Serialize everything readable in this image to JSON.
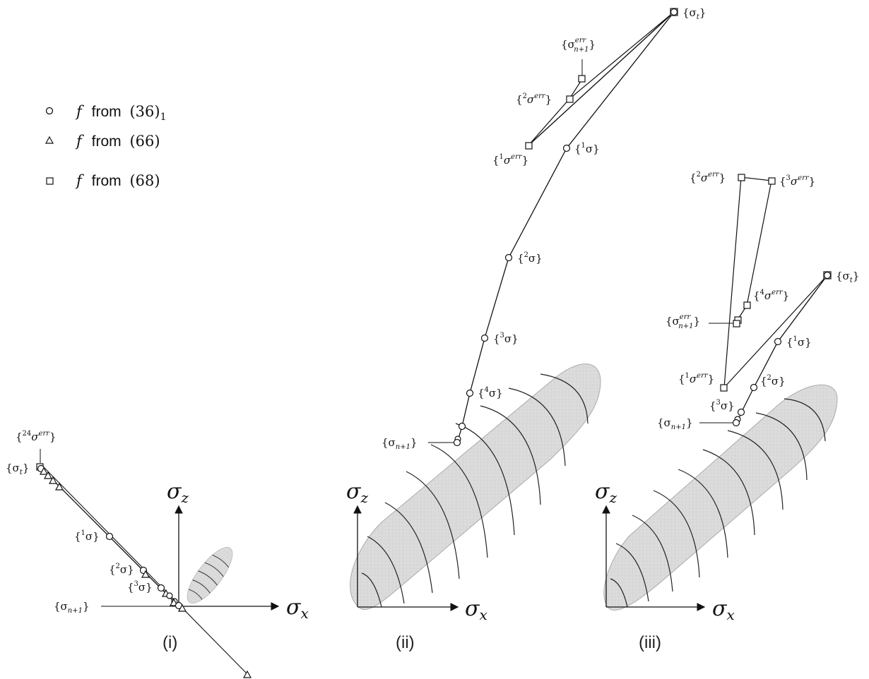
{
  "legend": [
    {
      "marker": "circle",
      "f": "f",
      "from": "from",
      "ref": "(36)",
      "sub": "1"
    },
    {
      "marker": "triangle",
      "f": "f",
      "from": "from",
      "ref": "(66)",
      "sub": ""
    },
    {
      "marker": "square",
      "f": "f",
      "from": "from",
      "ref": "(68)",
      "sub": ""
    }
  ],
  "axes": {
    "x": "σ",
    "x_sub": "x",
    "z": "σ",
    "z_sub": "z"
  },
  "panels": {
    "i": {
      "label": "(i)",
      "labels": {
        "sigma_t": {
          "pre": "{σ",
          "sub": "t",
          "post": "}"
        },
        "err24": {
          "pre": "{",
          "sup": "24",
          "mid": "σ",
          "sup2": "err",
          "post": "}"
        },
        "s1": {
          "pre": "{",
          "sup": "1",
          "mid": "σ}"
        },
        "s2": {
          "pre": "{",
          "sup": "2",
          "mid": "σ}"
        },
        "s3": {
          "pre": "{",
          "sup": "3",
          "mid": "σ}"
        },
        "sn1": {
          "pre": "{σ",
          "sub": "n+1",
          "post": "}"
        }
      }
    },
    "ii": {
      "label": "(ii)",
      "labels": {
        "sigma_t": {
          "pre": "{σ",
          "sub": "t",
          "post": "}"
        },
        "errn1": {
          "pre": "{σ",
          "sup": "err",
          "sub": "n+1",
          "post": "}"
        },
        "err2": {
          "pre": "{",
          "sup": "2",
          "mid": "σ",
          "sup2": "err",
          "post": "}"
        },
        "err1": {
          "pre": "{",
          "sup": "1",
          "mid": "σ",
          "sup2": "err",
          "post": "}"
        },
        "s1": {
          "pre": "{",
          "sup": "1",
          "mid": "σ}"
        },
        "s2": {
          "pre": "{",
          "sup": "2",
          "mid": "σ}"
        },
        "s3": {
          "pre": "{",
          "sup": "3",
          "mid": "σ}"
        },
        "s4": {
          "pre": "{",
          "sup": "4",
          "mid": "σ}"
        },
        "sn1": {
          "pre": "{σ",
          "sub": "n+1",
          "post": "}"
        }
      }
    },
    "iii": {
      "label": "(iii)",
      "labels": {
        "sigma_t": {
          "pre": "{σ",
          "sub": "t",
          "post": "}"
        },
        "err2": {
          "pre": "{",
          "sup": "2",
          "mid": "σ",
          "sup2": "err",
          "post": "}"
        },
        "err3": {
          "pre": "{",
          "sup": "3",
          "mid": "σ",
          "sup2": "err",
          "post": "}"
        },
        "err4": {
          "pre": "{",
          "sup": "4",
          "mid": "σ",
          "sup2": "err",
          "post": "}"
        },
        "errn1": {
          "pre": "{σ",
          "sup": "err",
          "sub": "n+1",
          "post": "}"
        },
        "err1": {
          "pre": "{",
          "sup": "1",
          "mid": "σ",
          "sup2": "err",
          "post": "}"
        },
        "s1": {
          "pre": "{",
          "sup": "1",
          "mid": "σ}"
        },
        "s2": {
          "pre": "{",
          "sup": "2",
          "mid": "σ}"
        },
        "s3": {
          "pre": "{",
          "sup": "3",
          "mid": "σ}"
        },
        "sn1": {
          "pre": "{σ",
          "sub": "n+1",
          "post": "}"
        }
      }
    }
  },
  "colors": {
    "ellipsoid_fill": "#d9d9d9",
    "ellipsoid_mesh": "#c4c4c4",
    "lines": "#111111"
  }
}
